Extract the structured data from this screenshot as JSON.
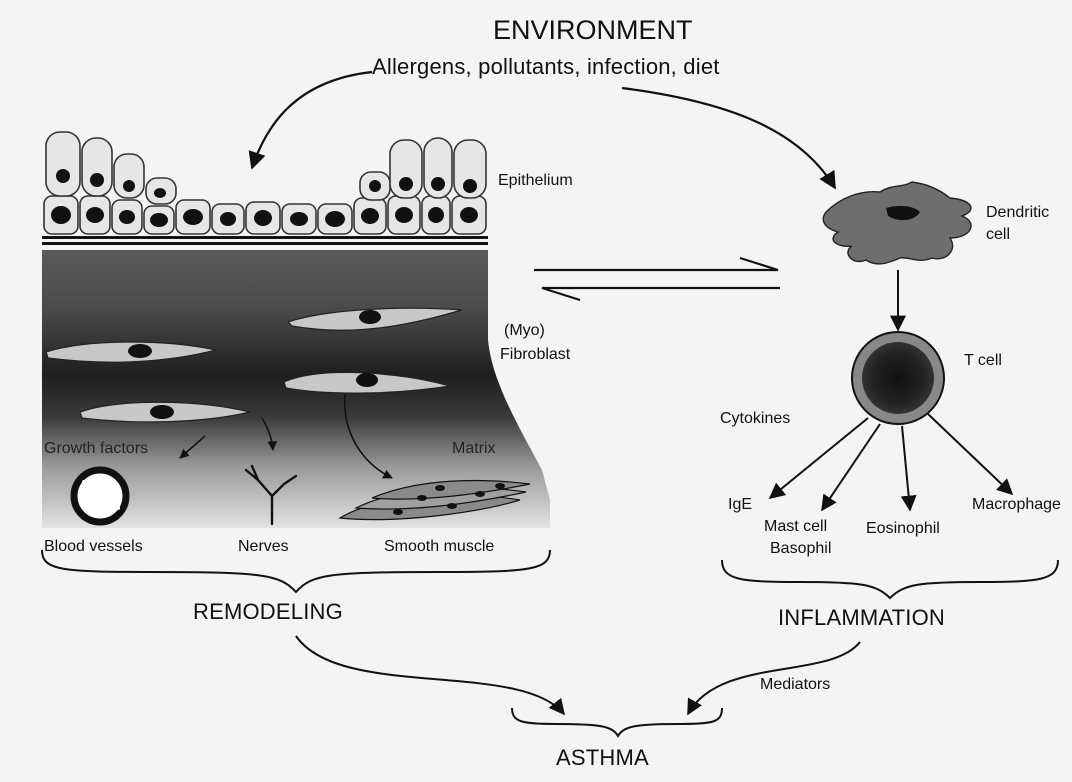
{
  "title": "ENVIRONMENT",
  "subtitle": "Allergens, pollutants, infection, diet",
  "labels": {
    "epithelium": "Epithelium",
    "dendritic_cell_line1": "Dendritic",
    "dendritic_cell_line2": "cell",
    "myo": "(Myo)",
    "fibroblast": "Fibroblast",
    "t_cell": "T cell",
    "cytokines": "Cytokines",
    "growth_factors": "Growth factors",
    "matrix": "Matrix",
    "ige": "IgE",
    "mast_cell": "Mast cell",
    "basophil": "Basophil",
    "eosinophil": "Eosinophil",
    "macrophage": "Macrophage",
    "blood_vessels": "Blood vessels",
    "nerves": "Nerves",
    "smooth_muscle": "Smooth muscle",
    "remodeling": "REMODELING",
    "inflammation": "INFLAMMATION",
    "mediators": "Mediators",
    "asthma": "ASTHMA"
  }
}
